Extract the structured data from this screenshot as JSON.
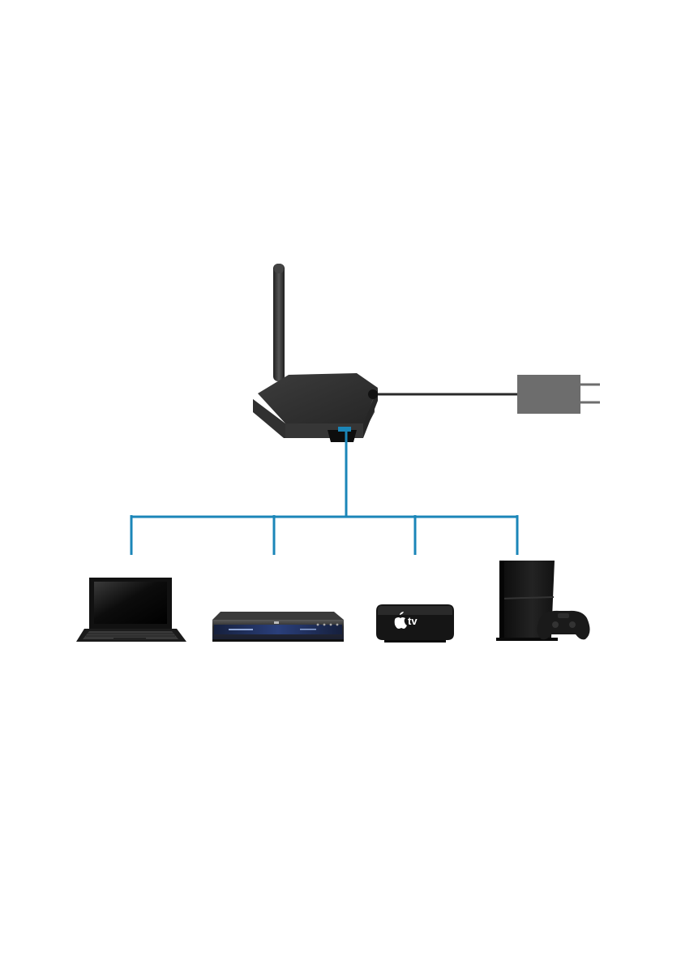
{
  "diagram": {
    "colors": {
      "background": "#ffffff",
      "hdmi_line": "#1b86b8",
      "power_cable": "#2a2a2a",
      "adapter": "#6d6d6d",
      "device_dark": "#1a1a1a",
      "hub_body": "#3a3a3a",
      "hub_top": "#2b2b2b"
    },
    "nodes": [
      {
        "id": "wireless-receiver",
        "icon": "wireless-hdmi-receiver-icon"
      },
      {
        "id": "power-adapter",
        "icon": "power-adapter-icon"
      },
      {
        "id": "laptop",
        "icon": "laptop-icon"
      },
      {
        "id": "blu-ray-player",
        "icon": "blu-ray-player-icon"
      },
      {
        "id": "apple-tv",
        "icon": "apple-tv-icon"
      },
      {
        "id": "game-console",
        "icon": "playstation-console-icon"
      }
    ],
    "labels": {
      "apple_tv_logo_text": "tv"
    }
  }
}
